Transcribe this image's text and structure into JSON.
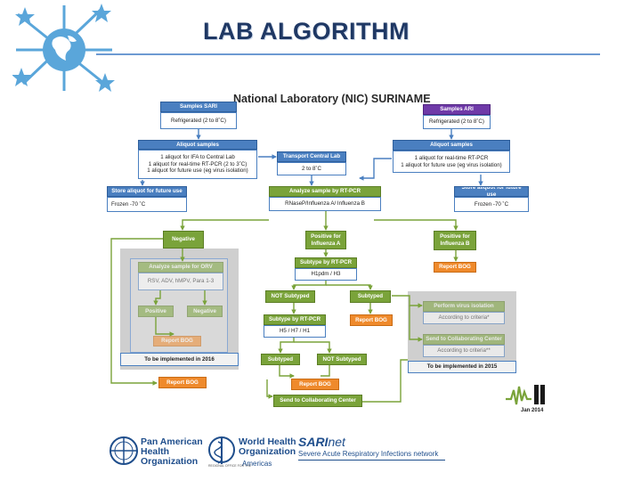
{
  "slide": {
    "title": "LAB ALGORITHM"
  },
  "diagram": {
    "title": "National Laboratory (NIC) SURINAME",
    "sari": {
      "header": "Samples SARI",
      "storage": "Refrigerated (2 to 8˚C)",
      "aliquot_header": "Aliquot samples",
      "aliquot_body": [
        "1 aliquot for IFA to Central Lab",
        "1 aliquot for real-time RT-PCR (2 to 3˚C)",
        "1 aliquot for future use (eg virus isolation)"
      ],
      "store_header": "Store aliquot for future use",
      "store_temp": "Frozen -70 ˚C"
    },
    "ari": {
      "header": "Samples ARI",
      "storage": "Refrigerated (2 to 8˚C)",
      "aliquot_header": "Aliquot samples",
      "aliquot_body": [
        "1 aliquot for real-time RT-PCR",
        "1 aliquot for future use (eg virus isolation)"
      ],
      "store_header": "Store aliquot for future use",
      "store_temp": "Frozen -70 ˚C"
    },
    "transport": {
      "header": "Transport Central Lab",
      "temp": "2 to 8˚C"
    },
    "analyze": {
      "header": "Analyze sample by RT-PCR",
      "targets": "RNaseP/Influenza A/ Influenza B"
    },
    "results": {
      "negative": "Negative",
      "positive_a": "Positive for Influenza A",
      "positive_b": "Positive for Influenza B",
      "report_bog_b": "Report BOG"
    },
    "orv": {
      "header": "Analyze sample for ORV",
      "targets": "RSV, ADV, hMPV, Para 1-3",
      "positive": "Positive",
      "negative": "Negative",
      "report": "Report BOG",
      "note": "To be implemented in 2016",
      "report_final": "Report BOG"
    },
    "subtype": {
      "header": "Subtype by RT-PCR",
      "targets": "H1pdm / H3",
      "not_subtyped": "NOT Subtyped",
      "subtyped": "Subtyped",
      "header2": "Subtype by RT-PCR",
      "targets2": "H5 / H7 / H1",
      "report": "Report BOG",
      "subtyped2": "Subtyped",
      "not_subtyped2": "NOT Subtyped",
      "report_final": "Report BOG",
      "send_cc": "Send to Collaborating Center"
    },
    "isolation": {
      "perform": "Perform virus isolation",
      "criteria1": "According to criteria*",
      "send": "Send to Collaborating Center",
      "criteria2": "According to criteria**",
      "note": "To be implemented in 2015"
    },
    "date": "Jan 2014"
  },
  "footer": {
    "paho": [
      "Pan American",
      "Health",
      "Organization"
    ],
    "who": [
      "World Health",
      "Organization"
    ],
    "who_region": "Americas",
    "who_small": "REGIONAL OFFICE FOR THE",
    "sari_brand": "SARI",
    "sari_brand_suffix": "net",
    "sari_network": "Severe Acute Respiratory Infections network"
  },
  "colors": {
    "blue": "#4a7fc0",
    "green": "#7aa33a",
    "orange": "#ef8a2c",
    "purple": "#6f3aa8",
    "title": "#1f3864"
  }
}
